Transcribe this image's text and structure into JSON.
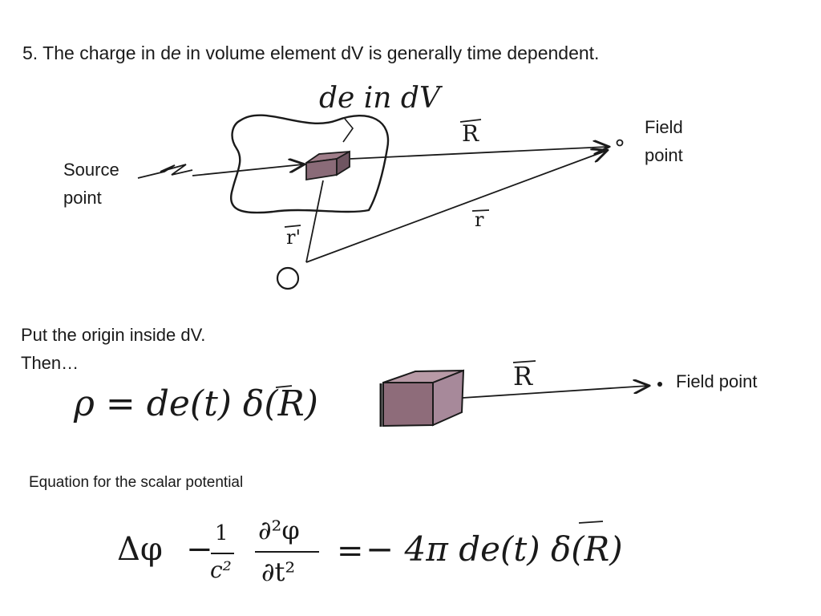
{
  "title": {
    "number": "5.",
    "before": "The charge in d",
    "italic": "e",
    "after": " in volume element dV is generally time dependent."
  },
  "diagram1": {
    "label_de_in_dv": "de in dV",
    "label_R": "R",
    "label_r": "r",
    "label_r_prime": "r'",
    "label_origin": "O",
    "field_point": "Field point",
    "source_point": "Source point"
  },
  "origin_note": {
    "line1": "Put the origin inside dV.",
    "line2": "Then…"
  },
  "equation1": {
    "text": "ρ = de(t) δ(R)"
  },
  "diagram2": {
    "label_R": "R",
    "field_point": "Field point"
  },
  "scalar_caption": "Equation for the scalar potential",
  "equation2": {
    "lhs_laplacian": "Δφ",
    "minus": "−",
    "coef_num": "1",
    "coef_den": "c²",
    "deriv_num": "∂²φ",
    "deriv_den": "∂t²",
    "equals": "=",
    "rhs": "− 4π de(t) δ(R)"
  }
}
